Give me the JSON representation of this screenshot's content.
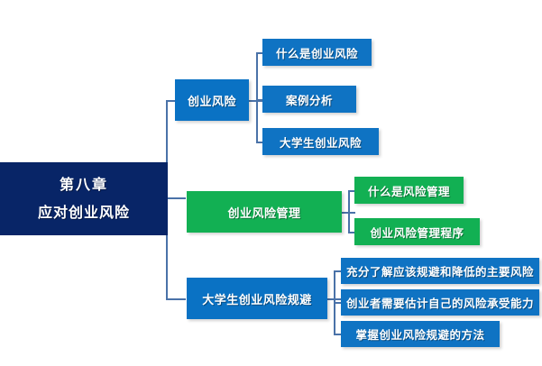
{
  "diagram": {
    "type": "mind-map",
    "title_line1": "第八章",
    "title_line2": "应对创业风险",
    "colors": {
      "root": "#082567",
      "blue": "#0a72c4",
      "green": "#12b053",
      "connector": "#4a72a8",
      "text": "#ffffff",
      "background": "#ffffff"
    },
    "root": {
      "label_line1": "第八章",
      "label_line2": "应对创业风险"
    },
    "branches": [
      {
        "id": "branch-1",
        "label": "创业风险",
        "color": "#0a72c4",
        "children": [
          {
            "id": "leaf-1-1",
            "label": "什么是创业风险",
            "color": "#0f73c3"
          },
          {
            "id": "leaf-1-2",
            "label": "案例分析",
            "color": "#0f73c3"
          },
          {
            "id": "leaf-1-3",
            "label": "大学生创业风险",
            "color": "#0f73c3"
          }
        ]
      },
      {
        "id": "branch-2",
        "label": "创业风险管理",
        "color": "#12b053",
        "children": [
          {
            "id": "leaf-2-1",
            "label": "什么是风险管理",
            "color": "#12b053"
          },
          {
            "id": "leaf-2-2",
            "label": "创业风险管理程序",
            "color": "#12b053"
          }
        ]
      },
      {
        "id": "branch-3",
        "label": "大学生创业风险规避",
        "color": "#0a72c4",
        "children": [
          {
            "id": "leaf-3-1",
            "label": "充分了解应该规避和降低的主要风险",
            "color": "#0f73c3"
          },
          {
            "id": "leaf-3-2",
            "label": "创业者需要估计自己的风险承受能力",
            "color": "#0f73c3"
          },
          {
            "id": "leaf-3-3",
            "label": "掌握创业风险规避的方法",
            "color": "#0f73c3"
          }
        ]
      }
    ]
  }
}
